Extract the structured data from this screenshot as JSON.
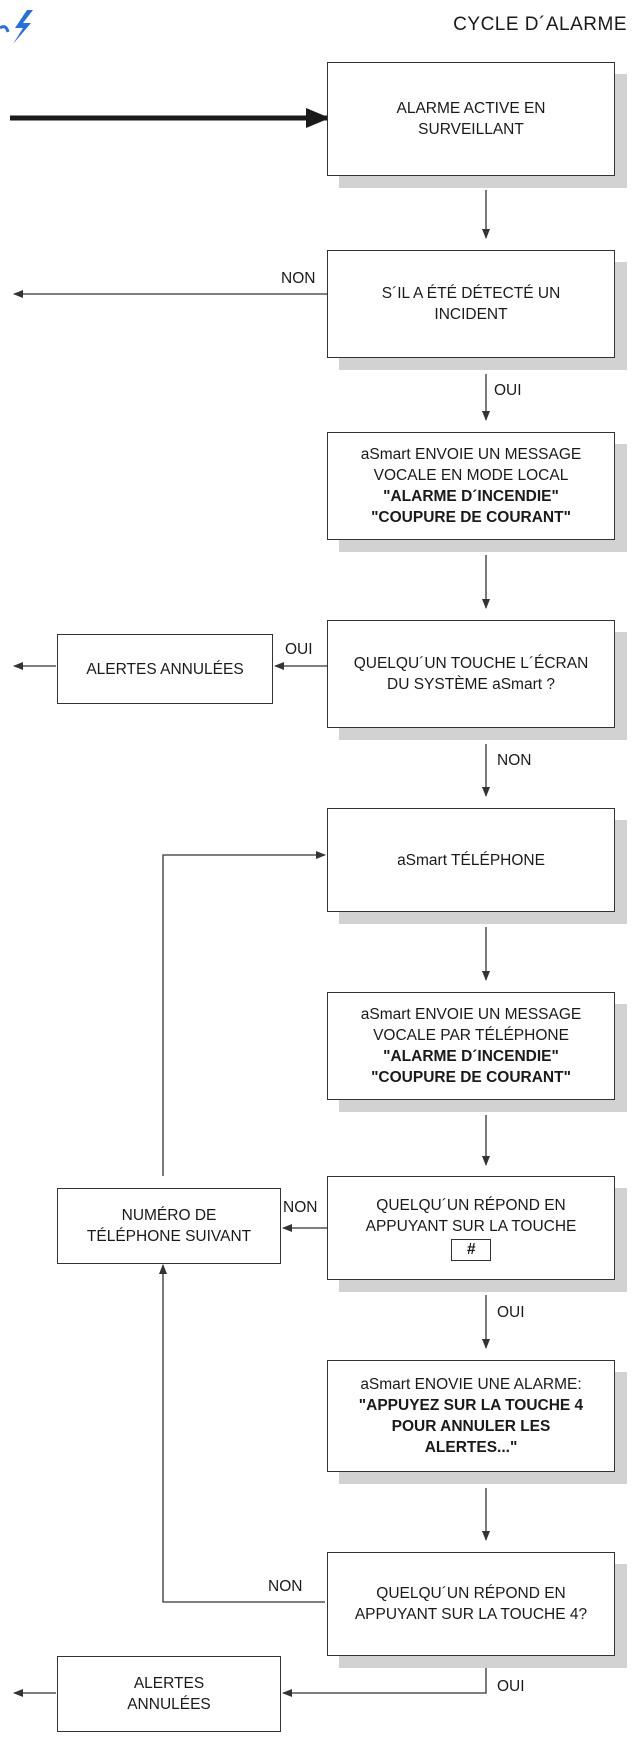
{
  "header": {
    "title": "CYCLE D´ALARME",
    "logo_icon": "lightning-bolt-icon"
  },
  "colors": {
    "accent": "#2a6fd6",
    "shadow": "#d2d2d2",
    "line": "#333333"
  },
  "boxes": {
    "start": [
      "ALARME ACTIVE EN",
      "SURVEILLANT"
    ],
    "detect": [
      "S´IL  A  ÉTÉ DÉTECTÉ UN",
      "INCIDENT"
    ],
    "local_msg": {
      "lines": [
        "aSmart ENVOIE UN MESSAGE",
        "VOCALE EN MODE LOCAL"
      ],
      "bold": [
        "\"ALARME D´INCENDIE\"",
        "\"COUPURE DE COURANT\""
      ]
    },
    "touch_screen": [
      "QUELQU´UN TOUCHE L´ÉCRAN",
      "DU SYSTÈME aSmart ?"
    ],
    "alerts_cancelled_1": "ALERTES ANNULÉES",
    "phone": "aSmart TÉLÉPHONE",
    "phone_msg": {
      "lines": [
        "aSmart ENVOIE UN MESSAGE",
        "VOCALE PAR TÉLÉPHONE"
      ],
      "bold": [
        "\"ALARME D´INCENDIE\"",
        "\"COUPURE DE COURANT\""
      ]
    },
    "answer_hash": {
      "lines": [
        "QUELQU´UN RÉPOND EN",
        "APPUYANT SUR LA TOUCHE"
      ],
      "key": "#"
    },
    "next_number": [
      "NUMÉRO DE",
      "TÉLÉPHONE SUIVANT"
    ],
    "alarm_msg": {
      "line": "aSmart ENOVIE UNE ALARME:",
      "bold": [
        "\"APPUYEZ SUR LA TOUCHE 4",
        "POUR ANNULER LES",
        "ALERTES...\""
      ]
    },
    "answer_4": [
      "QUELQU´UN RÉPOND EN",
      "APPUYANT SUR LA TOUCHE 4?"
    ],
    "alerts_cancelled_2": [
      "ALERTES",
      "ANNULÉES"
    ]
  },
  "labels": {
    "non_detect": "NON",
    "oui_detect": "OUI",
    "oui_touch": "OUI",
    "non_touch": "NON",
    "non_hash": "NON",
    "oui_hash": "OUI",
    "non_4": "NON",
    "oui_4": "OUI"
  }
}
